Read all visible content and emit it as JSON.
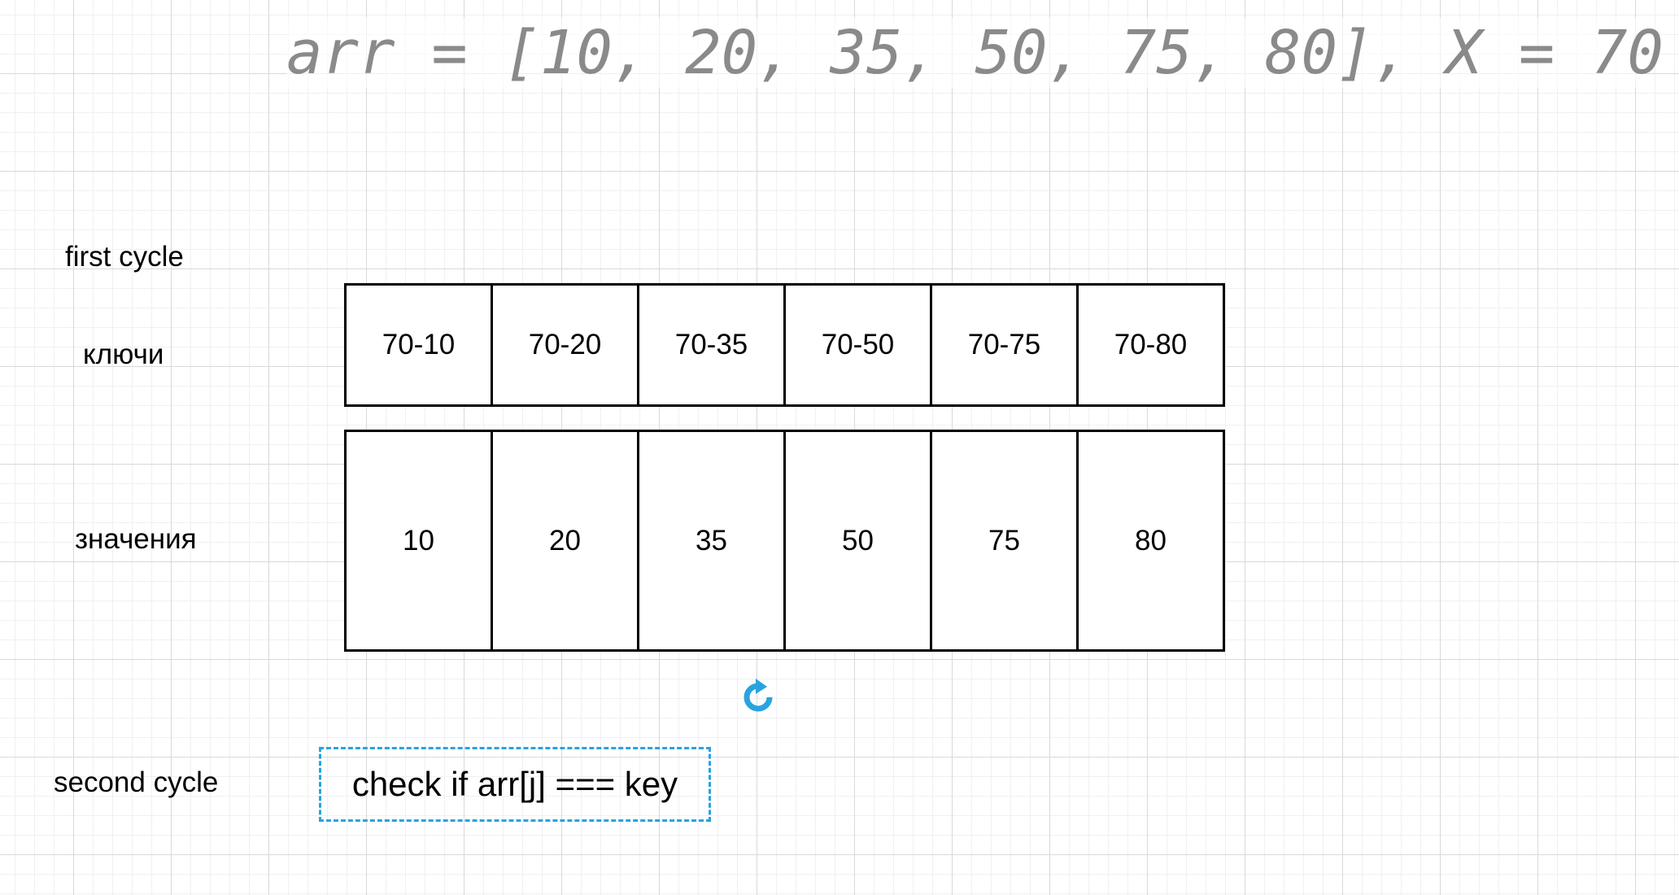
{
  "formula": "arr = [10, 20, 35, 50, 75, 80], X = 70",
  "labels": {
    "first_cycle": "first cycle",
    "keys": "ключи",
    "values": "значения",
    "second_cycle": "second cycle"
  },
  "keys_row": [
    "70-10",
    "70-20",
    "70-35",
    "70-50",
    "70-75",
    "70-80"
  ],
  "values_row": [
    "10",
    "20",
    "35",
    "50",
    "75",
    "80"
  ],
  "note": "check if arr[j] === key",
  "colors": {
    "accent": "#29a3e0",
    "formula": "#8a8a8a",
    "grid": "#d9d9d9"
  },
  "icons": {
    "rotate": "rotate-handle-icon"
  }
}
